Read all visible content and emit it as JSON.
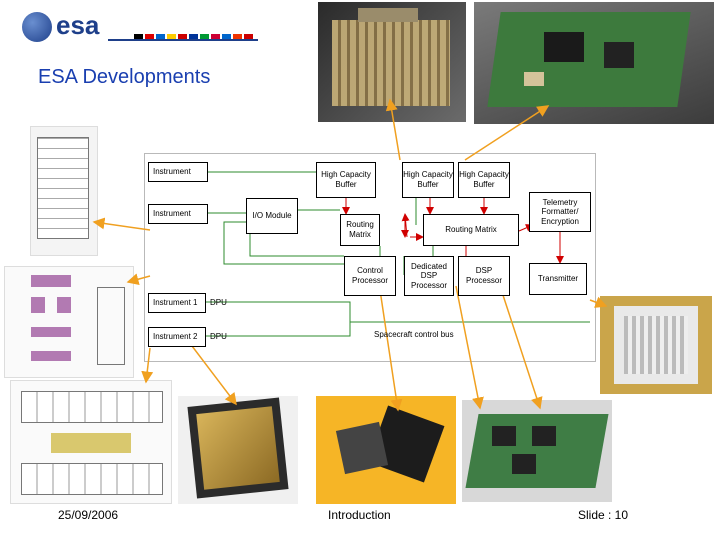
{
  "header": {
    "logo_text": "esa",
    "title": "ESA Developments"
  },
  "diagram": {
    "blocks": {
      "instrument_top": "Instrument",
      "instrument_mid": "Instrument",
      "io_module": "I/O Module",
      "hcb1": "High Capacity Buffer",
      "hcb2": "High Capacity Buffer",
      "hcb3": "High Capacity Buffer",
      "routing1": "Routing Matrix",
      "routing2": "Routing Matrix",
      "telemetry": "Telemetry Formatter/ Encryption",
      "control_proc": "Control Processor",
      "dedicated_dsp": "Dedicated DSP Processor",
      "dsp_proc": "DSP Processor",
      "transmitter": "Transmitter",
      "instrument1": "Instrument 1",
      "instrument2": "Instrument 2",
      "dpu1": "DPU",
      "dpu2": "DPU"
    },
    "bus_label": "Spacecraft control bus",
    "colors": {
      "frame": "#b9b9b9",
      "green_line": "#2e8b2e",
      "red_arrow": "#d00000",
      "orange_arrow": "#f0a020"
    }
  },
  "footer": {
    "date": "25/09/2006",
    "center": "Introduction",
    "slide": "Slide : 10"
  }
}
